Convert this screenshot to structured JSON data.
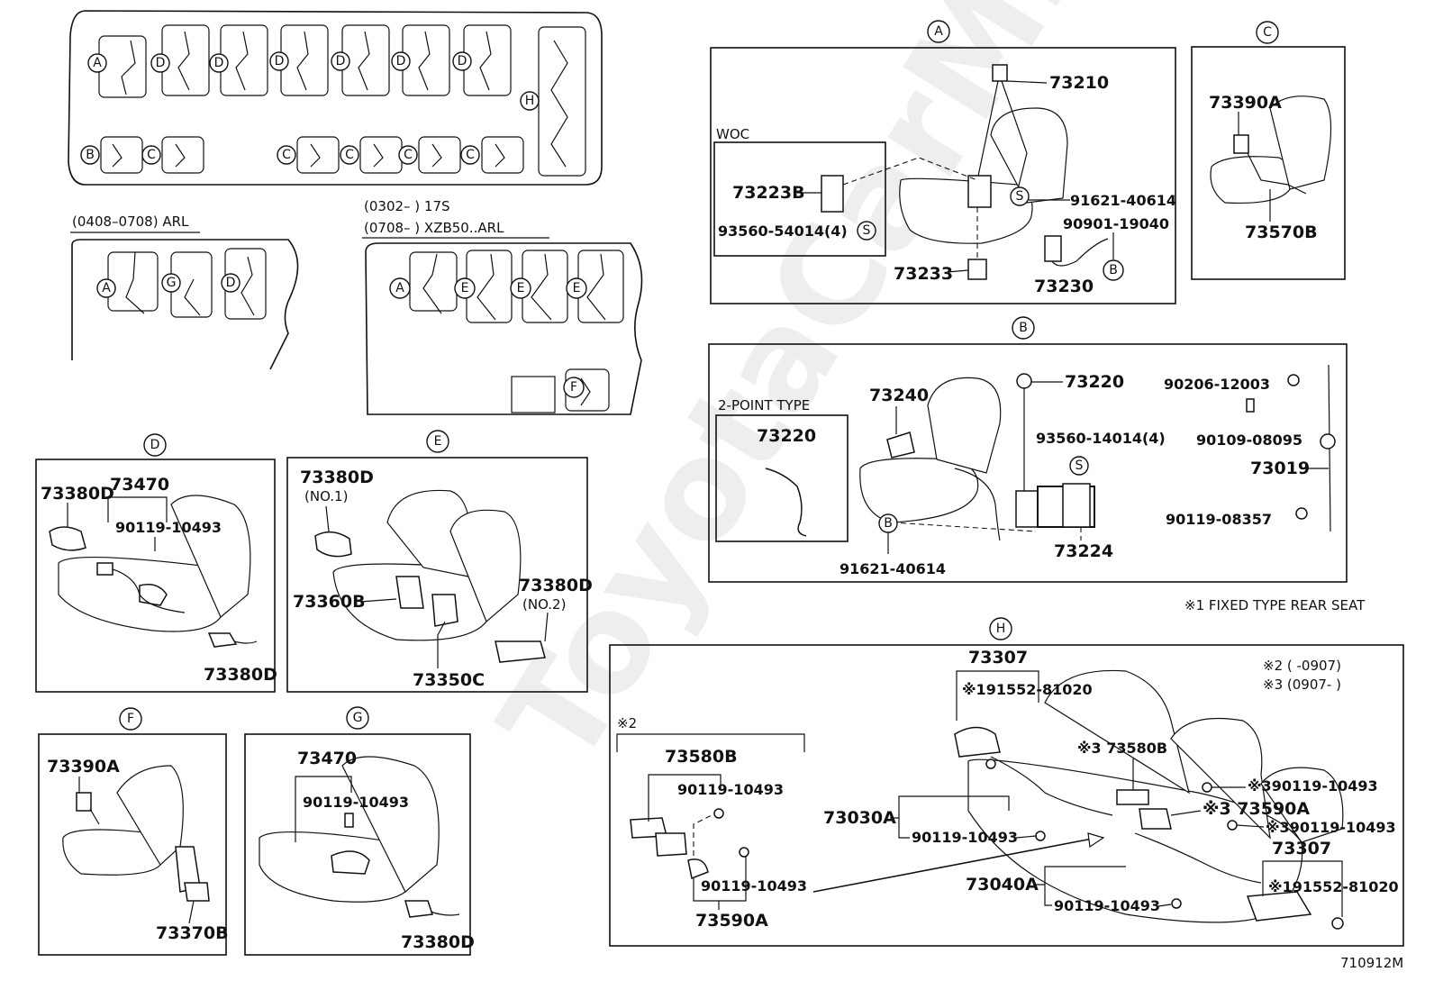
{
  "diagram_code": "710912M",
  "watermark": "ToyotaCarMir.ru",
  "overview": {
    "variant_labels": [
      "(0408–0708) ARL",
      "(0302–      ) 17S",
      "(0708–      ) XZB50..ARL"
    ],
    "main_markers": [
      "A",
      "D",
      "D",
      "D",
      "D",
      "D",
      "D",
      "H",
      "B",
      "C",
      "C",
      "C",
      "C",
      "C"
    ],
    "arl_markers": [
      "A",
      "G",
      "D"
    ],
    "xzb_markers": [
      "A",
      "E",
      "E",
      "E",
      "F"
    ]
  },
  "panels": {
    "A": {
      "letter": "A",
      "woc_label": "WOC",
      "parts": [
        "73210",
        "73223B",
        "93560-54014(4)",
        "91621-40614",
        "90901-19040",
        "73233",
        "73230"
      ],
      "circle_refs": [
        "S",
        "S",
        "B"
      ]
    },
    "B": {
      "letter": "B",
      "two_point_label": "2-POINT TYPE",
      "parts": [
        "73220",
        "73240",
        "73220",
        "93560-14014(4)",
        "90206-12003",
        "90109-08095",
        "73019",
        "90119-08357",
        "73224",
        "91621-40614"
      ],
      "circle_refs": [
        "S",
        "B"
      ]
    },
    "C": {
      "letter": "C",
      "parts": [
        "73390A",
        "73570B"
      ]
    },
    "D": {
      "letter": "D",
      "parts": [
        "73380D",
        "73470",
        "90119-10493",
        "73380D"
      ]
    },
    "E": {
      "letter": "E",
      "parts": [
        "73380D",
        "(NO.1)",
        "73360B",
        "73380D",
        "(NO.2)",
        "73350C"
      ]
    },
    "F": {
      "letter": "F",
      "parts": [
        "73390A",
        "73370B"
      ]
    },
    "G": {
      "letter": "G",
      "parts": [
        "73470",
        "90119-10493",
        "73380D"
      ]
    },
    "H": {
      "letter": "H",
      "parts": [
        "73307",
        "※191552-81020",
        "※3 73580B",
        "※390119-10493",
        "※3 73590A",
        "※390119-10493",
        "73307",
        "※191552-81020",
        "73030A",
        "90119-10493",
        "73040A",
        "90119-10493"
      ],
      "footnote_left": "※2",
      "sub_parts": [
        "73580B",
        "90119-10493",
        "90119-10493",
        "73590A"
      ],
      "notes": [
        "※1 FIXED TYPE REAR SEAT",
        "※2 (        -0907)",
        "※3 (0907-        )"
      ]
    }
  },
  "colors": {
    "ink": "#111111",
    "paper": "#ffffff",
    "watermark": "#eeeeee"
  }
}
